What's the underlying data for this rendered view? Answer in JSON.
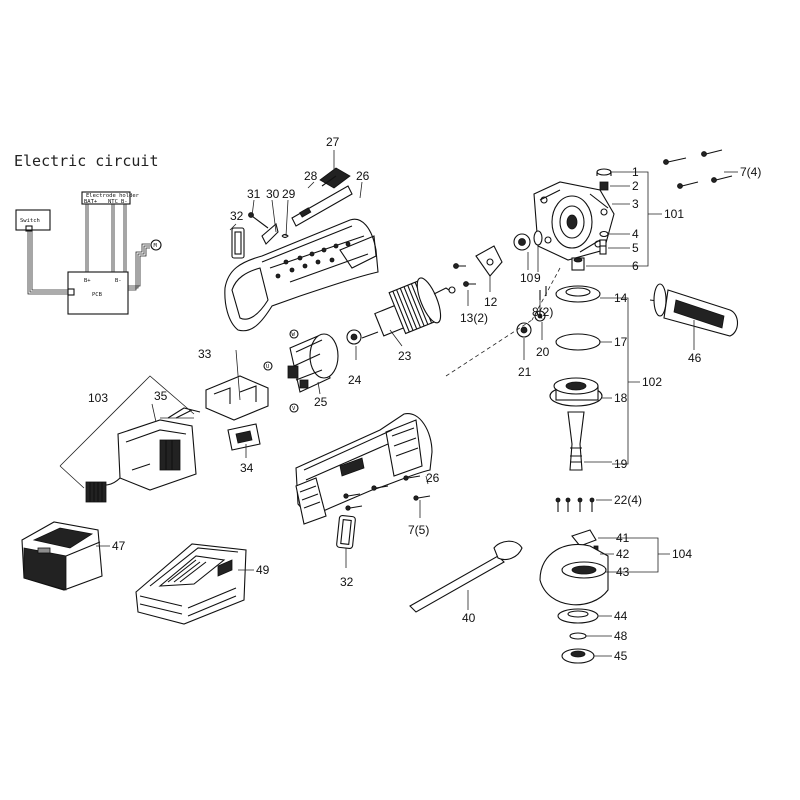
{
  "circuit": {
    "title": "Electric circuit",
    "switch_label": "Switch",
    "pcb_label": "PCB",
    "holder_label": "Electrode holder",
    "bat_plus": "BAT+",
    "ntc": "NTC",
    "b_minus_top": "B-",
    "b_plus": "B+",
    "b_minus": "B-",
    "motor_mark": "M"
  },
  "parts": {
    "p1": "1",
    "p2": "2",
    "p3": "3",
    "p4": "4",
    "p5": "5",
    "p6": "6",
    "p7a": "7(4)",
    "p7b": "7(5)",
    "p8": "8(2)",
    "p9": "9",
    "p10": "10",
    "p12": "12",
    "p13": "13(2)",
    "p14": "14",
    "p17": "17",
    "p18": "18",
    "p19": "19",
    "p20": "20",
    "p21": "21",
    "p22": "22(4)",
    "p23": "23",
    "p24": "24",
    "p25": "25",
    "p26a": "26",
    "p26b": "26",
    "p27": "27",
    "p28": "28",
    "p29": "29",
    "p30": "30",
    "p31": "31",
    "p32a": "32",
    "p32b": "32",
    "p33": "33",
    "p34": "34",
    "p35": "35",
    "p40": "40",
    "p41": "41",
    "p42": "42",
    "p43": "43",
    "p44": "44",
    "p45": "45",
    "p46": "46",
    "p47": "47",
    "p48": "48",
    "p49": "49",
    "p101": "101",
    "p102": "102",
    "p103": "103",
    "p104": "104"
  },
  "stator_marks": {
    "w": "W",
    "u": "U",
    "v": "V"
  }
}
